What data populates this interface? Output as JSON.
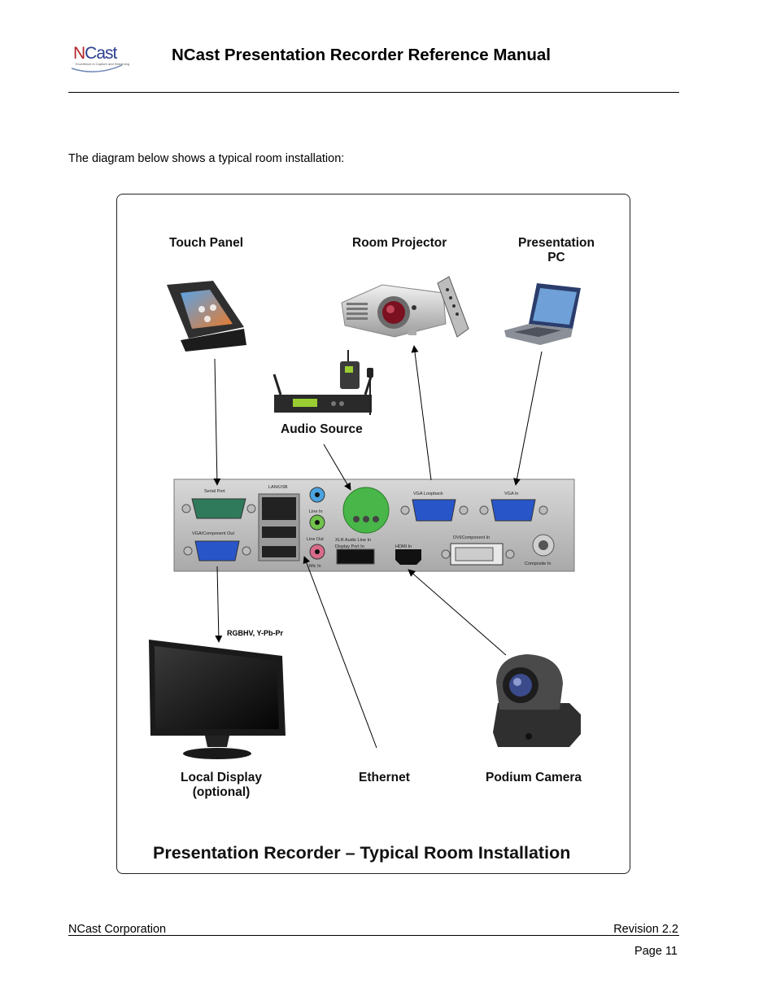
{
  "header": {
    "logo": {
      "brand_prefix": "N",
      "brand_rest": "Cast",
      "tagline": "Excellence in Capture and Streaming"
    },
    "title": "NCast Presentation Recorder Reference Manual"
  },
  "body": {
    "intro": "The diagram below shows a typical room installation:"
  },
  "diagram": {
    "labels": {
      "touch_panel": "Touch Panel",
      "room_projector": "Room Projector",
      "presentation_pc_line1": "Presentation",
      "presentation_pc_line2": "PC",
      "audio_source": "Audio Source",
      "rgbhv": "RGBHV, Y-Pb-Pr",
      "local_display_line1": "Local Display",
      "local_display_line2": "(optional)",
      "ethernet": "Ethernet",
      "podium_camera": "Podium Camera"
    },
    "panel_labels": {
      "serial_port": "Serial Port",
      "lan_usb": "LAN/USB",
      "line_in": "Line In",
      "line_out": "Line Out",
      "mic_in": "Mic In",
      "vga_component_out": "VGA/Component Out",
      "xlr_audio": "XLR Audio Line In",
      "display_port": "Display Port In",
      "hdmi_in": "HDMI In",
      "vga_loopback": "VGA Loopback",
      "vga_in": "VGA In",
      "dvi_component_in": "DVI/Component In",
      "composite_in": "Composite In"
    },
    "caption": "Presentation Recorder – Typical Room Installation"
  },
  "footer": {
    "company": "NCast Corporation",
    "revision": "Revision 2.2",
    "page": "Page 11"
  }
}
